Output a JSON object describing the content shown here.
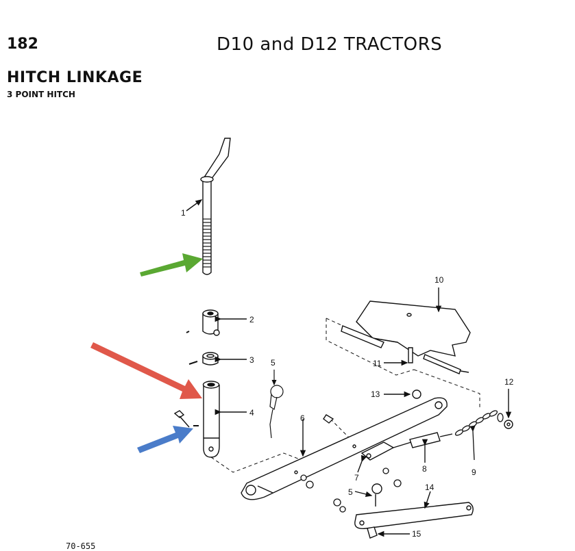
{
  "header": {
    "page_number": "182",
    "title": "D10 and D12 TRACTORS"
  },
  "section": {
    "title": "HITCH LINKAGE",
    "subtitle": "3 POINT HITCH"
  },
  "callouts": {
    "c1": "1",
    "c2": "2",
    "c3": "3",
    "c4": "4",
    "c5a": "5",
    "c5b": "5",
    "c6": "6",
    "c7": "7",
    "c8": "8",
    "c9": "9",
    "c10": "10",
    "c11": "11",
    "c12": "12",
    "c13": "13",
    "c14": "14",
    "c15": "15"
  },
  "figure_code": "70-655",
  "arrows": [
    {
      "name": "green-arrow",
      "color": "#5aa832"
    },
    {
      "name": "red-arrow",
      "color": "#e0584a"
    },
    {
      "name": "blue-arrow",
      "color": "#4a7cc9"
    }
  ]
}
